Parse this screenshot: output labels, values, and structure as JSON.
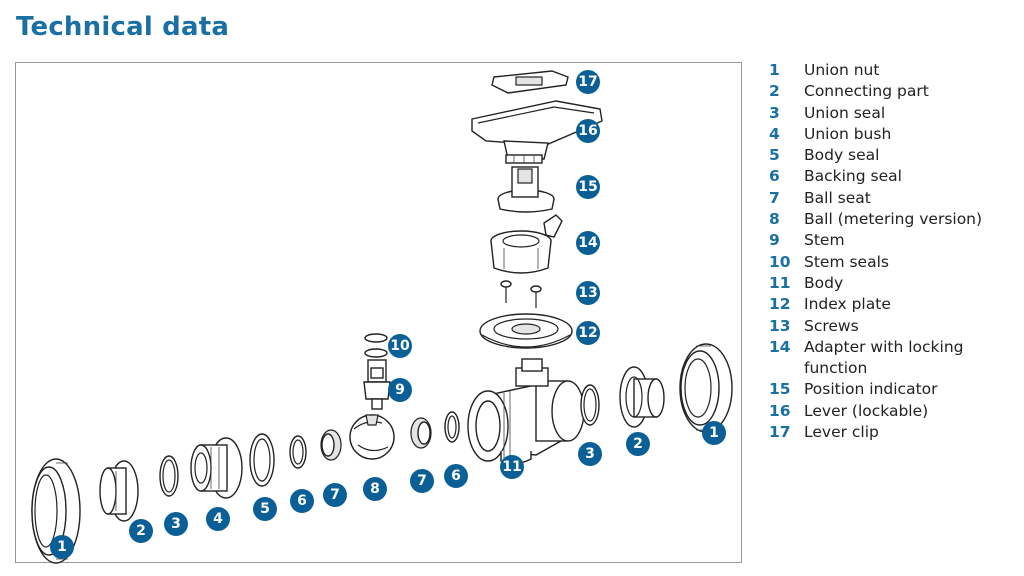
{
  "page": {
    "title": "Technical data"
  },
  "bubbles": [
    {
      "id": "b1l",
      "label": "1"
    },
    {
      "id": "b2l",
      "label": "2"
    },
    {
      "id": "b3l",
      "label": "3"
    },
    {
      "id": "b4l",
      "label": "4"
    },
    {
      "id": "b5",
      "label": "5"
    },
    {
      "id": "b6l",
      "label": "6"
    },
    {
      "id": "b7l",
      "label": "7"
    },
    {
      "id": "b8",
      "label": "8"
    },
    {
      "id": "b7r",
      "label": "7"
    },
    {
      "id": "b6r",
      "label": "6"
    },
    {
      "id": "b9",
      "label": "9"
    },
    {
      "id": "b10",
      "label": "10"
    },
    {
      "id": "b11",
      "label": "11"
    },
    {
      "id": "b12",
      "label": "12"
    },
    {
      "id": "b13",
      "label": "13"
    },
    {
      "id": "b14",
      "label": "14"
    },
    {
      "id": "b15",
      "label": "15"
    },
    {
      "id": "b16",
      "label": "16"
    },
    {
      "id": "b17",
      "label": "17"
    },
    {
      "id": "b3r",
      "label": "3"
    },
    {
      "id": "b2r",
      "label": "2"
    },
    {
      "id": "b1r",
      "label": "1"
    }
  ],
  "legend": [
    {
      "num": "1",
      "label": "Union nut"
    },
    {
      "num": "2",
      "label": "Connecting part"
    },
    {
      "num": "3",
      "label": "Union seal"
    },
    {
      "num": "4",
      "label": "Union bush"
    },
    {
      "num": "5",
      "label": "Body seal"
    },
    {
      "num": "6",
      "label": "Backing seal"
    },
    {
      "num": "7",
      "label": "Ball seat"
    },
    {
      "num": "8",
      "label": "Ball (metering version)"
    },
    {
      "num": "9",
      "label": "Stem"
    },
    {
      "num": "10",
      "label": "Stem seals"
    },
    {
      "num": "11",
      "label": "Body"
    },
    {
      "num": "12",
      "label": "Index plate"
    },
    {
      "num": "13",
      "label": "Screws"
    },
    {
      "num": "14",
      "label": "Adapter with locking function"
    },
    {
      "num": "15",
      "label": "Position indicator"
    },
    {
      "num": "16",
      "label": "Lever (lockable)"
    },
    {
      "num": "17",
      "label": "Lever clip"
    }
  ]
}
